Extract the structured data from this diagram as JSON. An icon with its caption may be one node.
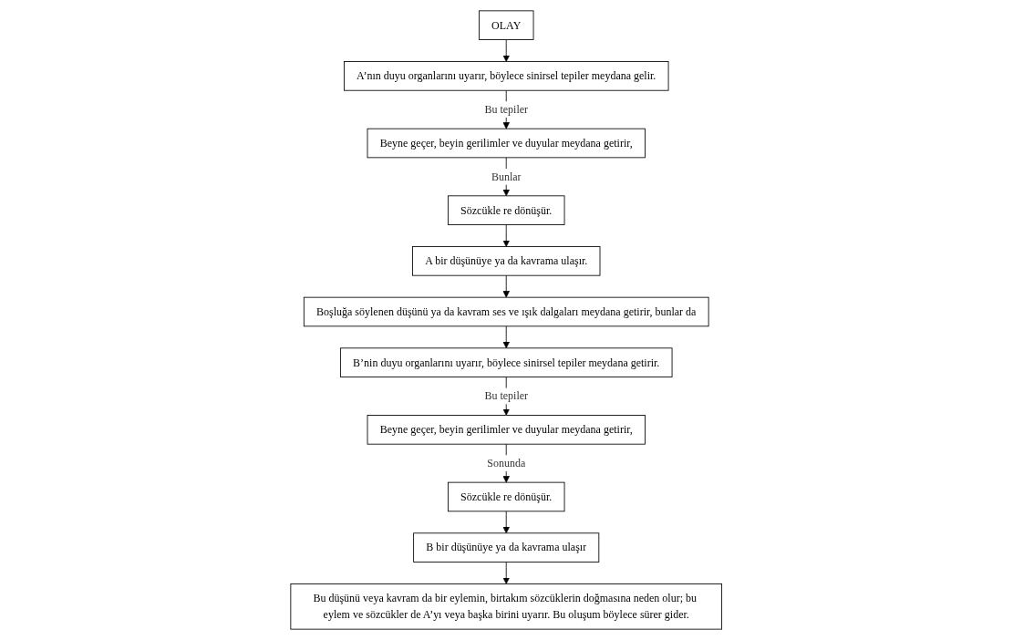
{
  "diagram": {
    "nodes": [
      {
        "text": [
          "OLAY"
        ]
      },
      {
        "text": [
          "A’nın duyu organlarını uyarır, böylece sinirsel tepiler meydana gelir."
        ]
      },
      {
        "text": [
          "Beyne geçer, beyin gerilimler ve duyular meydana getirir,"
        ]
      },
      {
        "text": [
          "Sözcükle re dönüşür."
        ]
      },
      {
        "text": [
          "A bir düşünüye ya da kavrama ulaşır."
        ]
      },
      {
        "text": [
          "Boşluğa söylenen düşünü ya da kavram ses ve ışık dalgaları meydana getirir, bunlar da"
        ]
      },
      {
        "text": [
          "B’nin duyu organlarını uyarır, böylece sinirsel tepiler meydana getirir."
        ]
      },
      {
        "text": [
          "Beyne geçer, beyin gerilimler ve duyular meydana getirir,"
        ]
      },
      {
        "text": [
          "Sözcükle re dönüşür."
        ]
      },
      {
        "text": [
          "B bir düşünüye ya da kavrama ulaşır"
        ]
      },
      {
        "text": [
          "Bu düşünü veya kavram da bir eylemin, birtakım sözcüklerin doğmasına neden olur; bu eylem ve sözcükler de A’yı veya başka birini uyarır. Bu oluşum böylece sürer gider."
        ]
      }
    ],
    "edges": [
      {
        "from": 0,
        "to": 1,
        "arrow": "to"
      },
      {
        "from": 1,
        "to": 2,
        "arrow": "to",
        "label": "Bu tepiler"
      },
      {
        "from": 2,
        "to": 3,
        "arrow": "to",
        "label": "Bunlar"
      },
      {
        "from": 3,
        "to": 4,
        "arrow": "to"
      },
      {
        "from": 4,
        "to": 5,
        "arrow": "to"
      },
      {
        "from": 5,
        "to": 6,
        "arrow": "to"
      },
      {
        "from": 6,
        "to": 7,
        "arrow": "to",
        "label": "Bu tepiler"
      },
      {
        "from": 7,
        "to": 8,
        "arrow": "to",
        "label": "Sonunda"
      },
      {
        "from": 8,
        "to": 9,
        "arrow": "to"
      },
      {
        "from": 9,
        "to": 10,
        "arrow": "to"
      }
    ]
  }
}
